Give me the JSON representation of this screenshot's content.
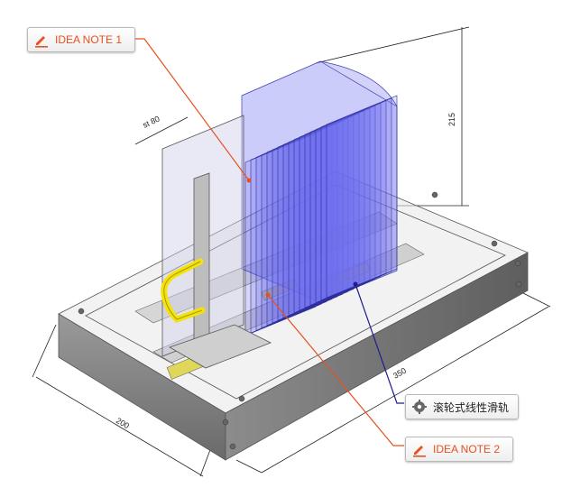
{
  "callouts": {
    "note1": {
      "label": "IDEA NOTE 1",
      "color": "#e8501f"
    },
    "note2": {
      "label": "IDEA NOTE 2",
      "color": "#e8501f"
    },
    "rail": {
      "label": "滚轮式线性滑轨",
      "icon": "gear-icon"
    }
  },
  "dimensions": {
    "height": "215",
    "length": "350",
    "width": "200",
    "pitch": "st 80"
  },
  "colors": {
    "leader_orange": "#e8501f",
    "leader_blue": "#1e1e8c",
    "plate_blue": "#6c6cf0",
    "handle_yellow": "#f4e20c",
    "base_gray": "#8a8a8a"
  },
  "icons": [
    "pencil-icon",
    "gear-icon"
  ]
}
